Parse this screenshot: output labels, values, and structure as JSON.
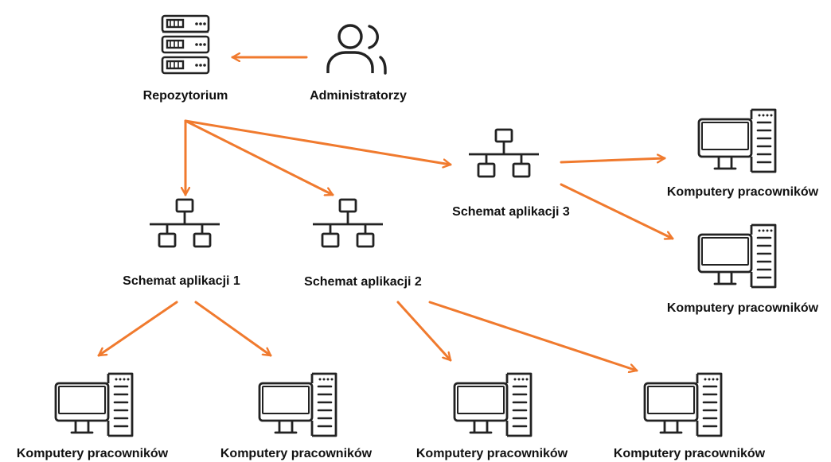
{
  "colors": {
    "arrow": "#f07a2e",
    "icon": "#222222",
    "text": "#111111",
    "background": "#ffffff"
  },
  "nodes": {
    "repository": {
      "label": "Repozytorium",
      "icon": "server-icon"
    },
    "administrators": {
      "label": "Administratorzy",
      "icon": "users-icon"
    },
    "scheme1": {
      "label": "Schemat aplikacji 1",
      "icon": "network-icon"
    },
    "scheme2": {
      "label": "Schemat aplikacji 2",
      "icon": "network-icon"
    },
    "scheme3": {
      "label": "Schemat aplikacji 3",
      "icon": "network-icon"
    },
    "computers": [
      {
        "label": "Komputery pracowników",
        "icon": "desktop-computer-icon"
      },
      {
        "label": "Komputery pracowników",
        "icon": "desktop-computer-icon"
      },
      {
        "label": "Komputery pracowników",
        "icon": "desktop-computer-icon"
      },
      {
        "label": "Komputery pracowników",
        "icon": "desktop-computer-icon"
      },
      {
        "label": "Komputery pracowników",
        "icon": "desktop-computer-icon"
      },
      {
        "label": "Komputery pracowników",
        "icon": "desktop-computer-icon"
      }
    ]
  },
  "edges": [
    {
      "from": "administrators",
      "to": "repository"
    },
    {
      "from": "repository",
      "to": "scheme1"
    },
    {
      "from": "repository",
      "to": "scheme2"
    },
    {
      "from": "repository",
      "to": "scheme3"
    },
    {
      "from": "scheme3",
      "to": "computers.0"
    },
    {
      "from": "scheme3",
      "to": "computers.1"
    },
    {
      "from": "scheme1",
      "to": "computers.2"
    },
    {
      "from": "scheme1",
      "to": "computers.3"
    },
    {
      "from": "scheme2",
      "to": "computers.4"
    },
    {
      "from": "scheme2",
      "to": "computers.5"
    }
  ]
}
